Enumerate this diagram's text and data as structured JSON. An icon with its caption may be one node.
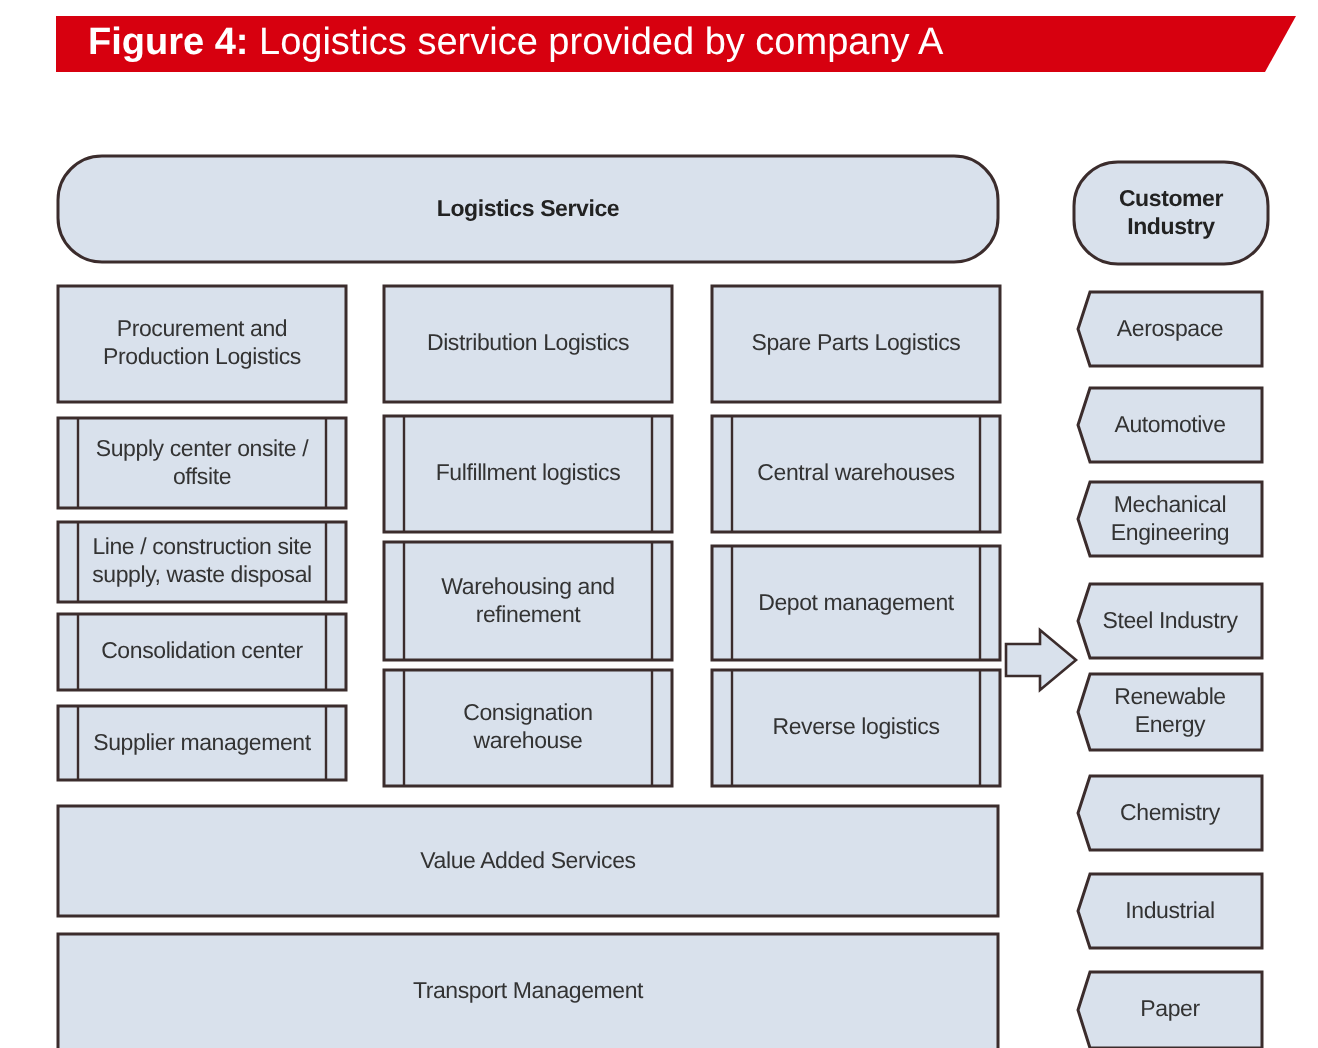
{
  "diagram": {
    "title": "**Figure 4:** Logistics service provided by company A",
    "nodes": [
      {
        "text": [
          "Logistics Service"
        ]
      },
      {
        "text": [
          "Customer Industry"
        ]
      },
      {
        "text": [
          "Procurement and Production Logistics"
        ]
      },
      {
        "text": [
          "Supply center onsite / offsite"
        ]
      },
      {
        "text": [
          "Line / construction site supply, waste disposal"
        ]
      },
      {
        "text": [
          "Consolidation center"
        ]
      },
      {
        "text": [
          "Supplier management"
        ]
      },
      {
        "text": [
          "Distribution Logistics"
        ]
      },
      {
        "text": [
          "Fulfillment logistics"
        ]
      },
      {
        "text": [
          "Warehousing and refinement"
        ]
      },
      {
        "text": [
          "Consignation warehouse"
        ]
      },
      {
        "text": [
          "Spare Parts Logistics"
        ]
      },
      {
        "text": [
          "Central warehouses"
        ]
      },
      {
        "text": [
          "Depot management"
        ]
      },
      {
        "text": [
          "Reverse logistics"
        ]
      },
      {
        "text": [
          "Value Added Services"
        ]
      },
      {
        "text": [
          "Transport Management"
        ]
      },
      {
        "text": [
          "Aerospace"
        ]
      },
      {
        "text": [
          "Automotive"
        ]
      },
      {
        "text": [
          "Mechanical Engineering"
        ]
      },
      {
        "text": [
          "Steel Industry"
        ]
      },
      {
        "text": [
          "Renewable Energy"
        ]
      },
      {
        "text": [
          "Chemistry"
        ]
      },
      {
        "text": [
          "Industrial"
        ]
      },
      {
        "text": [
          "Paper"
        ]
      }
    ],
    "edges": [
      {
        "from": null,
        "to": 20,
        "arrow": "to"
      }
    ]
  }
}
